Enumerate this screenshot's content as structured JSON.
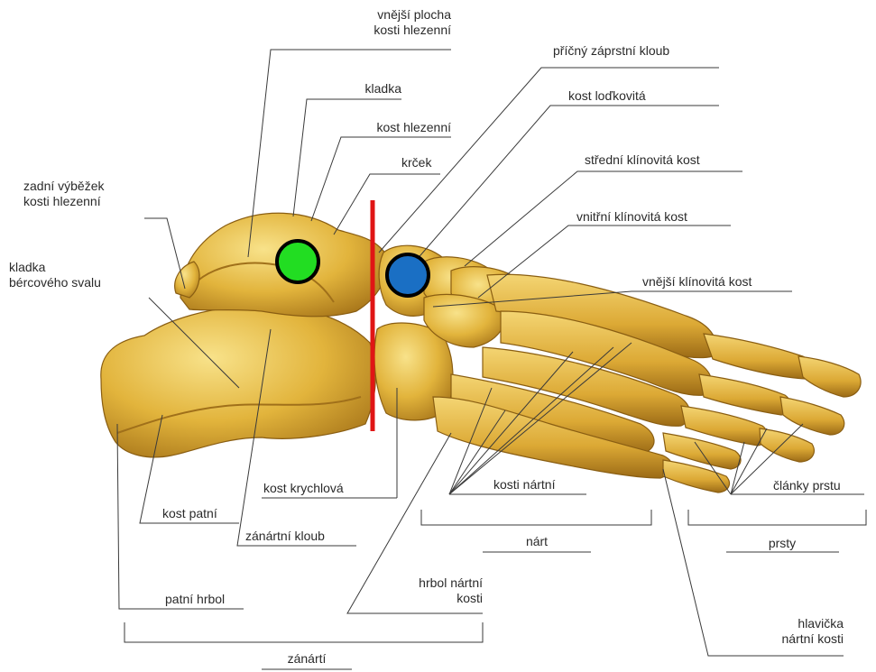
{
  "labels": {
    "vnejsi_plocha": [
      "vnější plocha",
      "kosti hlezenní"
    ],
    "pricny_zaprstni_kloub": "příčný záprstní kloub",
    "kladka": "kladka",
    "kost_lodkovita": "kost loďkovitá",
    "kost_hlezenni": "kost hlezenní",
    "krcek": "krček",
    "stredni_klinovita": "střední klínovitá kost",
    "zadni_vybezek": [
      "zadní výběžek",
      "kosti hlezenní"
    ],
    "vnitrni_klinovita": "vnitřní klínovitá kost",
    "kladka_svalu": [
      "kladka",
      "bércového svalu"
    ],
    "vnejsi_klinovita": "vnější klínovitá kost",
    "kost_krychlova": "kost krychlová",
    "kosti_nartni": "kosti nártní",
    "clanky_prstu": "články prstu",
    "kost_patni": "kost patní",
    "zanartni_kloub": "zánártní kloub",
    "nart": "nárt",
    "prsty": "prsty",
    "hrbol_nartni": [
      "hrbol nártní",
      "kosti"
    ],
    "patni_hrbol": "patní hrbol",
    "hlavicka": [
      "hlavička",
      "nártní kosti"
    ],
    "zanarti": "zánártí"
  },
  "markers": {
    "green": "#22dd22",
    "blue": "#1a6fc4",
    "line": "#e01515"
  },
  "colors": {
    "bone": "#e2b43c",
    "bone_dark": "#a8761a",
    "bone_light": "#f6db7c",
    "leader": "#3a3a3a"
  }
}
